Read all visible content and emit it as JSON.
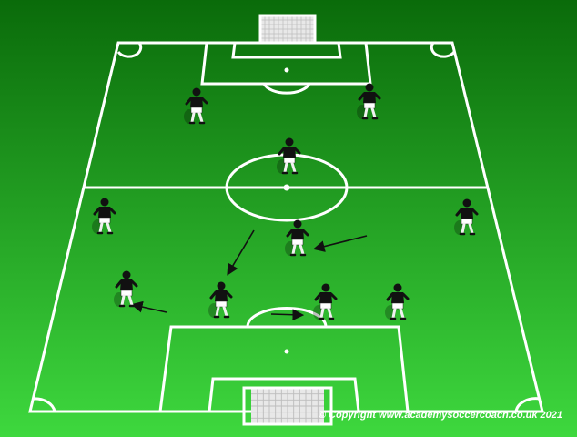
{
  "colors": {
    "grass_top": "#0a6b0a",
    "grass_bottom": "#3ed83e",
    "lines": "#ffffff",
    "player_shirt": "#111111",
    "player_shorts": "#ffffff",
    "arrow": "#111111"
  },
  "copyright": "© Copyright www.academysoccercoach.co.uk 2021",
  "players": [
    {
      "name": "player-attacker-left"
    },
    {
      "name": "player-attacker-right"
    },
    {
      "name": "player-center-forward"
    },
    {
      "name": "player-left-wing"
    },
    {
      "name": "player-right-wing"
    },
    {
      "name": "player-central-midfielder"
    },
    {
      "name": "player-left-back"
    },
    {
      "name": "player-left-center-back"
    },
    {
      "name": "player-right-center-back"
    },
    {
      "name": "player-right-back"
    }
  ],
  "arrows": [
    {
      "name": "arrow-midfielder-run"
    },
    {
      "name": "arrow-center-back-diagonal"
    },
    {
      "name": "arrow-left-back-run"
    },
    {
      "name": "arrow-center-back-right"
    }
  ]
}
